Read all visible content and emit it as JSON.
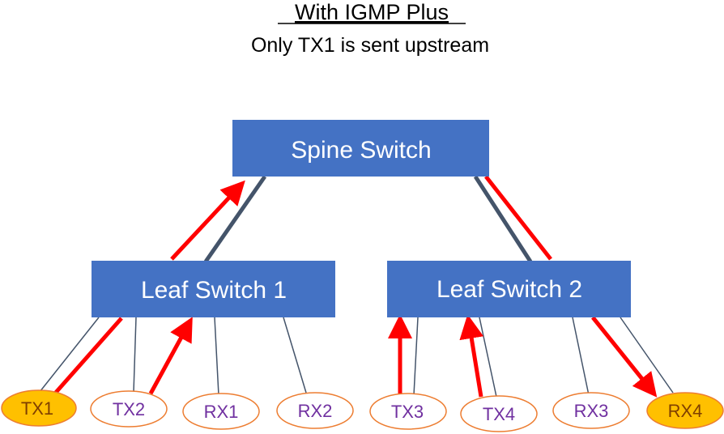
{
  "header": {
    "title": "With IGMP Plus",
    "subtitle": "Only TX1 is sent upstream"
  },
  "switches": {
    "spine": "Spine Switch",
    "leaf1": "Leaf Switch 1",
    "leaf2": "Leaf Switch 2"
  },
  "nodes": {
    "tx1": "TX1",
    "tx2": "TX2",
    "rx1": "RX1",
    "rx2": "RX2",
    "tx3": "TX3",
    "tx4": "TX4",
    "rx3": "RX3",
    "rx4": "RX4"
  },
  "colors": {
    "switch_fill": "#4472c4",
    "active_node_fill": "#ffc000",
    "node_border": "#ed7d31",
    "node_text": "#7030a0",
    "active_node_text": "#7f3f00",
    "flow_arrow": "#ff0000",
    "link": "#44546a"
  }
}
